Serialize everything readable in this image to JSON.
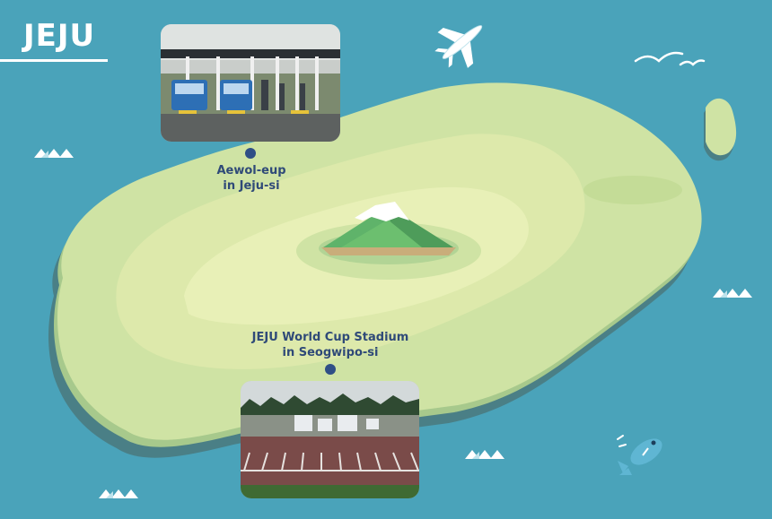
{
  "title": "JEJU",
  "locations": [
    {
      "id": "aewol",
      "line1": "Aewol-eup",
      "line2": "in Jeju-si",
      "photo": "bus-charging-station-photo"
    },
    {
      "id": "stadium",
      "line1": "JEJU World Cup Stadium",
      "line2": "in Seogwipo-si",
      "photo": "stadium-parking-lot-photo"
    }
  ],
  "colors": {
    "sea": "#4aa3ba",
    "island_shadow": "#4a7f86",
    "island_edge": "#a7c98c",
    "island_outer": "#cfe3a4",
    "island_mid": "#dde9ab",
    "island_inner": "#e8f0b7",
    "mountain": "#5fb36a",
    "pin": "#2f4f86",
    "label": "#2f4a78"
  },
  "icons": [
    "airplane-icon",
    "seagull-icon",
    "fish-icon",
    "wave-icon",
    "mountain-icon"
  ]
}
